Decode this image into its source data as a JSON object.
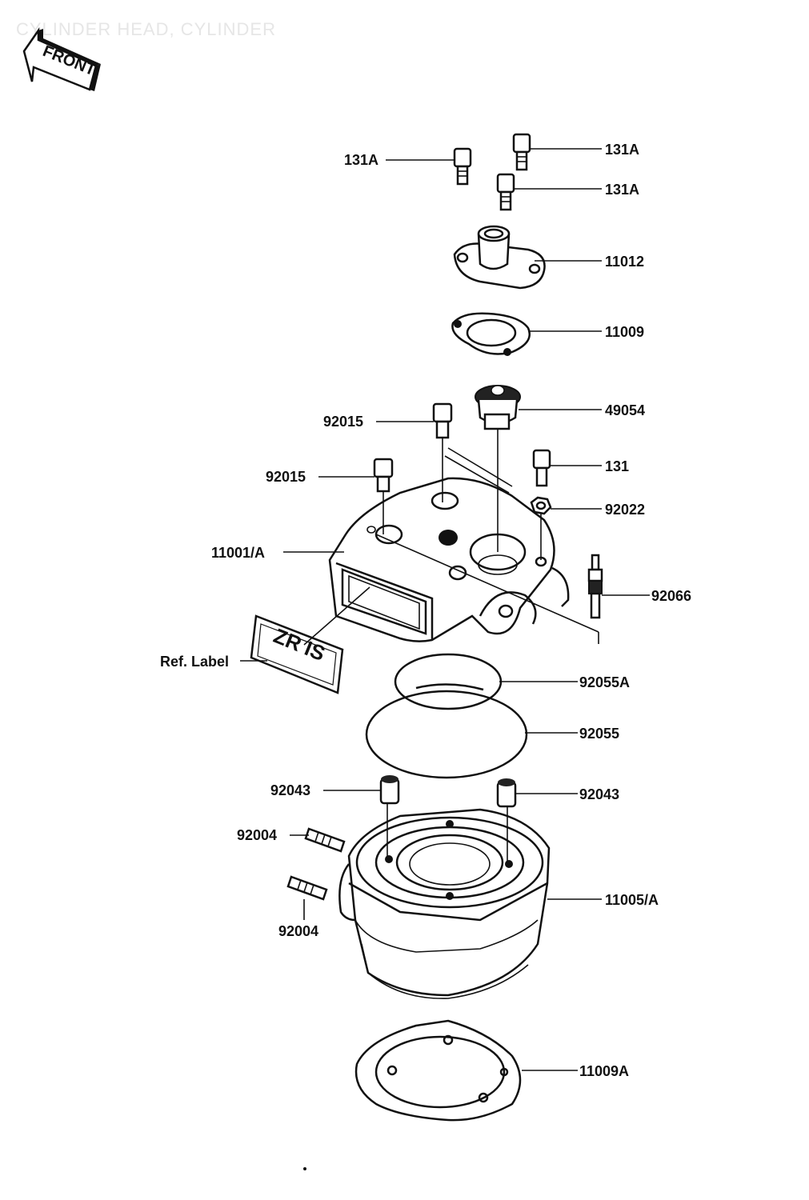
{
  "page": {
    "title": "CYLINDER HEAD, CYLINDER",
    "front_arrow": "FRONT"
  },
  "labels": {
    "131A_left": "131A",
    "131A_right_top": "131A",
    "131A_right_mid": "131A",
    "p11012": "11012",
    "p11009": "11009",
    "p49054": "49054",
    "p92015_top": "92015",
    "p92015_mid": "92015",
    "p131": "131",
    "p92022": "92022",
    "p11001A": "11001/A",
    "p92066": "92066",
    "ref_label": "Ref. Label",
    "ref_label_plate": "ZR IS",
    "p92055A": "92055A",
    "p92055": "92055",
    "p92043_left": "92043",
    "p92043_right": "92043",
    "p92004_upper": "92004",
    "p92004_lower": "92004",
    "p11005A": "11005/A",
    "p11009A": "11009A"
  }
}
